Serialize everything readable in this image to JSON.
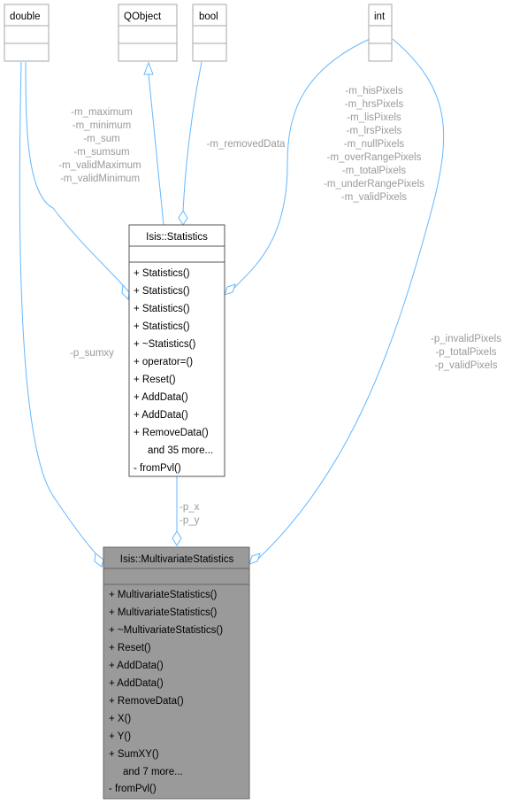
{
  "classes": {
    "double": {
      "name": "double"
    },
    "qobject": {
      "name": "QObject"
    },
    "bool": {
      "name": "bool"
    },
    "int": {
      "name": "int"
    },
    "statistics": {
      "name": "Isis::Statistics",
      "members": [
        "+  Statistics()",
        "+  Statistics()",
        "+  Statistics()",
        "+  Statistics()",
        "+  ~Statistics()",
        "+  operator=()",
        "+  Reset()",
        "+  AddData()",
        "+  AddData()",
        "+  RemoveData()",
        "     and 35 more...",
        "-  fromPvl()"
      ]
    },
    "multivariate": {
      "name": "Isis::MultivariateStatistics",
      "members": [
        "+  MultivariateStatistics()",
        "+  MultivariateStatistics()",
        "+  ~MultivariateStatistics()",
        "+  Reset()",
        "+  AddData()",
        "+  AddData()",
        "+  RemoveData()",
        "+  X()",
        "+  Y()",
        "+  SumXY()",
        "     and 7 more...",
        "-  fromPvl()"
      ]
    }
  },
  "edges": {
    "double_to_stats": [
      "-m_maximum",
      "-m_minimum",
      "-m_sum",
      "-m_sumsum",
      "-m_validMaximum",
      "-m_validMinimum"
    ],
    "bool_to_stats": [
      "-m_removedData"
    ],
    "int_to_stats": [
      "-m_hisPixels",
      "-m_hrsPixels",
      "-m_lisPixels",
      "-m_lrsPixels",
      "-m_nullPixels",
      "-m_overRangePixels",
      "-m_totalPixels",
      "-m_underRangePixels",
      "-m_validPixels"
    ],
    "double_to_multi": [
      "-p_sumxy"
    ],
    "stats_to_multi": [
      "-p_x",
      "-p_y"
    ],
    "int_to_multi": [
      "-p_invalidPixels",
      "-p_totalPixels",
      "-p_validPixels"
    ]
  }
}
